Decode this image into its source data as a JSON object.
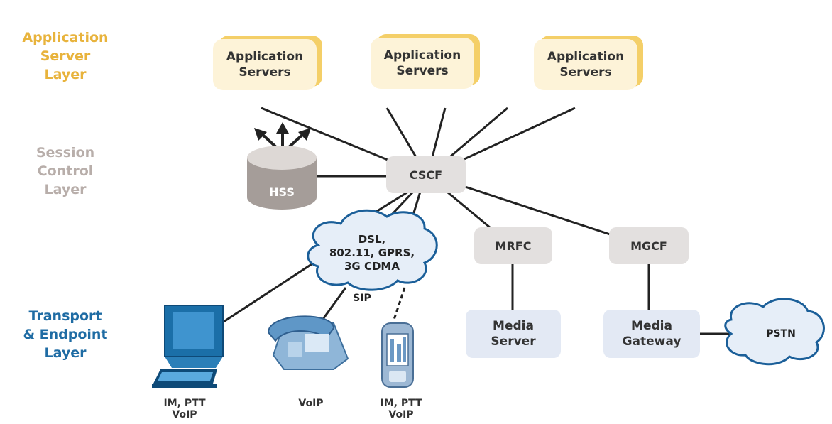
{
  "layers": {
    "application_server": "Application\nServer\nLayer",
    "session_control": "Session\nControl\nLayer",
    "transport_endpoint": "Transport\n& Endpoint\nLayer"
  },
  "application_servers": [
    "Application\nServers",
    "Application\nServers",
    "Application\nServers"
  ],
  "session": {
    "cscf": "CSCF",
    "hss": "HSS"
  },
  "access_cloud": "DSL,\n802.11, GPRS,\n3G CDMA",
  "sip_label": "SIP",
  "media": {
    "mrfc": "MRFC",
    "mgcf": "MGCF",
    "media_server": "Media\nServer",
    "media_gateway": "Media\nGateway",
    "pstn": "PSTN"
  },
  "endpoints": {
    "computer": "IM, PTT\nVoIP",
    "phone": "VoIP",
    "mobile": "IM, PTT\nVoIP"
  },
  "colors": {
    "app_layer": "#e8b33c",
    "session_layer": "#b8aeaa",
    "transport_layer": "#1f6ca4",
    "app_server_fill": "#fdf3d8",
    "app_server_shadow": "#f4cf68",
    "gray_node": "#e3e0df",
    "blue_node": "#e3e9f4",
    "cloud_fill": "#e6eef8",
    "cloud_stroke": "#1b5f99",
    "line": "#222222"
  }
}
